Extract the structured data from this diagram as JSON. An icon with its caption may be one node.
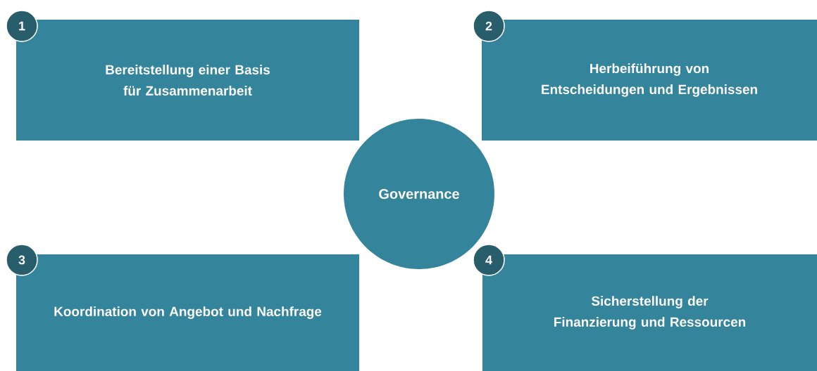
{
  "diagram": {
    "nodes": [
      {
        "text": [
          "1"
        ]
      },
      {
        "text": [
          "Bereitstellung einer Basis für Zusammenarbeit"
        ]
      },
      {
        "text": [
          "2"
        ]
      },
      {
        "text": [
          "Herbeiführung von Entscheidungen und Ergebnissen"
        ]
      },
      {
        "text": [
          "Governance"
        ]
      },
      {
        "text": [
          "3"
        ]
      },
      {
        "text": [
          "Koordination von Angebot und Nachfrage"
        ]
      },
      {
        "text": [
          "4"
        ]
      },
      {
        "text": [
          "Sicherstellung der Finanzierung und Ressourcen"
        ]
      }
    ]
  }
}
